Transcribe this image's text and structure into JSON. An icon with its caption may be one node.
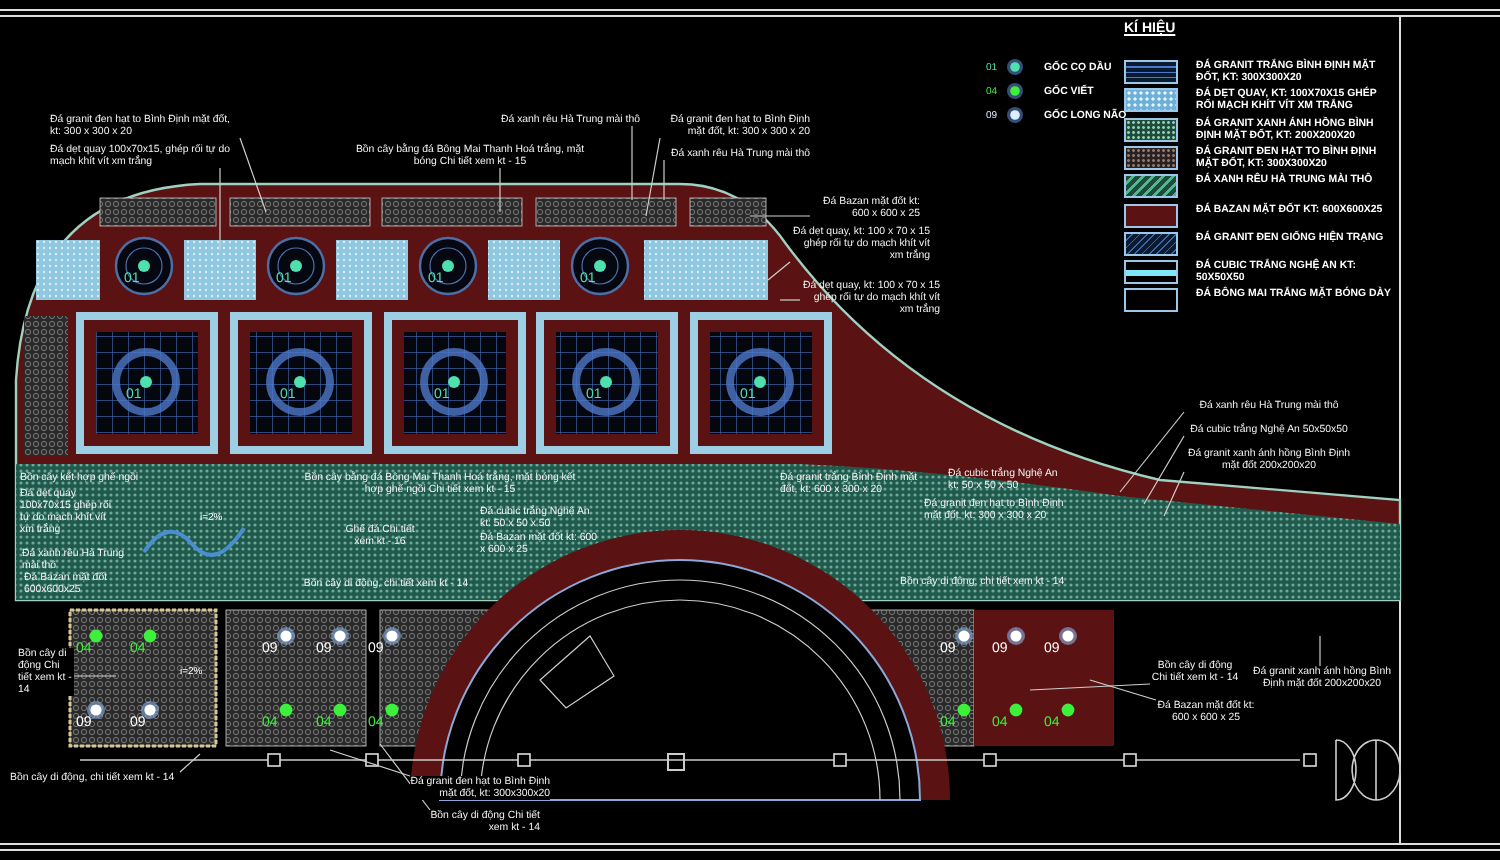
{
  "diagram": {
    "nodes": [
      {
        "text": [
          "Đá granit đen hạt to Bình Định mặt đốt, kt: 300 x 300 x 20"
        ]
      },
      {
        "text": [
          "Đá dẹt quay 100x70x15, ghép rối tự do mạch khít vít xm trắng"
        ]
      },
      {
        "text": [
          "Đá xanh rêu Hà Trung mài thô"
        ]
      },
      {
        "text": [
          "Bồn cây bằng đá Bông Mai Thanh Hoá trắng, mặt bóng Chi tiết xem kt - 15"
        ]
      },
      {
        "text": [
          "Đá granit đen hạt to Bình Định mặt đốt, kt: 300 x 300 x 20"
        ]
      },
      {
        "text": [
          "Đá xanh rêu Hà Trung mài thô"
        ]
      },
      {
        "text": [
          "Đá Bazan mặt đốt kt: 600 x 600 x 25"
        ]
      },
      {
        "text": [
          "Đá dẹt quay, kt: 100 x 70 x 15 ghép rối tự do mạch khít vít xm trắng"
        ]
      },
      {
        "text": [
          "Đá dẹt quay, kt: 100 x 70 x 15 ghép rối tự do mạch khít vít xm trắng"
        ]
      },
      {
        "text": [
          "Bồn cây kết hợp ghế ngồi"
        ]
      },
      {
        "text": [
          "Đá dẹt quay 100x70x15 ghép rối tự do mạch khít vít xm trắng"
        ]
      },
      {
        "text": [
          "Đá xanh rêu Hà Trung mài thô"
        ]
      },
      {
        "text": [
          "Đá Bazan mặt đốt 600x600x25"
        ]
      },
      {
        "text": [
          "Bồn cây bằng đá Bông Mai Thanh Hoá trắng, mặt bóng kết hợp ghế ngồi Chi tiết xem kt - 15"
        ]
      },
      {
        "text": [
          "Ghế đá Chi tiết xem kt - 16"
        ]
      },
      {
        "text": [
          "Bồn cây di động, chi tiết xem kt - 14"
        ]
      },
      {
        "text": [
          "Đá cubic trắng Nghệ An kt: 50 x 50 x 50"
        ]
      },
      {
        "text": [
          "Đá Bazan mặt đốt kt: 600 x 600 x 25"
        ]
      },
      {
        "text": [
          "Đá granit trắng Bình Định mặt đốt, kt: 600 x 300 x 20"
        ]
      },
      {
        "text": [
          "Đá cubic trắng Nghệ An kt: 50 x 50 x 50"
        ]
      },
      {
        "text": [
          "Đá granit đen hạt to Bình Định mặt đốt, kt: 300 x 300 x 20"
        ]
      },
      {
        "text": [
          "Bồn cây di động, chi tiết xem kt - 14"
        ]
      },
      {
        "text": [
          "Đá xanh rêu Hà Trung mài thô"
        ]
      },
      {
        "text": [
          "Đá cubic trắng Nghệ An 50x50x50"
        ]
      },
      {
        "text": [
          "Đá granit xanh ánh hồng Bình Định mặt đốt 200x200x20"
        ]
      },
      {
        "text": [
          "Bồn cây di động Chi tiết xem kt - 14"
        ]
      },
      {
        "text": [
          "Bồn cây di động, chi tiết xem kt - 14"
        ]
      },
      {
        "text": [
          "Đá granit đen hạt to Bình Định mặt đốt, kt: 300x300x20"
        ]
      },
      {
        "text": [
          "Bồn cây di động Chi tiết xem kt - 14"
        ]
      },
      {
        "text": [
          "Bồn cây di động Chi tiết xem kt - 14"
        ]
      },
      {
        "text": [
          "Đá Bazan mặt đốt kt: 600 x 600 x 25"
        ]
      },
      {
        "text": [
          "Đá granit xanh ánh hồng Bình Định mặt đốt 200x200x20"
        ]
      }
    ],
    "edges": [
      {
        "from": 0,
        "to": null,
        "arrow": "none"
      },
      {
        "from": 1,
        "to": null,
        "arrow": "none"
      },
      {
        "from": 2,
        "to": null,
        "arrow": "none"
      },
      {
        "from": 3,
        "to": null,
        "arrow": "none"
      },
      {
        "from": 4,
        "to": null,
        "arrow": "none"
      },
      {
        "from": 5,
        "to": null,
        "arrow": "none"
      },
      {
        "from": 6,
        "to": null,
        "arrow": "none"
      },
      {
        "from": 7,
        "to": null,
        "arrow": "none"
      },
      {
        "from": 8,
        "to": null,
        "arrow": "none"
      },
      {
        "from": 22,
        "to": null,
        "arrow": "none"
      },
      {
        "from": 23,
        "to": null,
        "arrow": "none"
      },
      {
        "from": 24,
        "to": null,
        "arrow": "none"
      },
      {
        "from": 25,
        "to": null,
        "arrow": "none"
      },
      {
        "from": 26,
        "to": null,
        "arrow": "none"
      },
      {
        "from": 27,
        "to": null,
        "arrow": "none"
      },
      {
        "from": 28,
        "to": null,
        "arrow": "none"
      },
      {
        "from": 29,
        "to": null,
        "arrow": "none"
      },
      {
        "from": 30,
        "to": null,
        "arrow": "none"
      },
      {
        "from": 31,
        "to": null,
        "arrow": "none"
      }
    ],
    "labels": [
      "KÍ HIỆU",
      "01",
      "04",
      "09",
      "01",
      "01",
      "01",
      "01",
      "01",
      "01",
      "01",
      "01",
      "01",
      "04",
      "04",
      "09",
      "09",
      "09",
      "09",
      "09",
      "04",
      "04",
      "04",
      "09",
      "09",
      "09",
      "04",
      "04",
      "04",
      "i=2%",
      "i=2%"
    ],
    "legend": [
      {
        "text": "GỐC CỌ DẦU"
      },
      {
        "text": "GỐC VIẾT"
      },
      {
        "text": "GỐC LONG NÃO"
      },
      {
        "text": "ĐÁ GRANIT TRẮNG BÌNH ĐỊNH MẶT ĐỐT, KT: 300X300X20"
      },
      {
        "text": "ĐÁ DẸT QUAY, KT: 100X70X15 GHÉP RỐI MẠCH KHÍT VÍT XM TRẮNG"
      },
      {
        "text": "ĐÁ GRANIT XANH ÁNH HỒNG BÌNH ĐỊNH MẶT ĐỐT, KT: 200X200X20"
      },
      {
        "text": "ĐÁ GRANIT ĐEN HẠT TO BÌNH ĐỊNH MẶT ĐỐT, KT: 300X300X20"
      },
      {
        "text": "ĐÁ XANH RÊU HÀ TRUNG MÀI THÔ"
      },
      {
        "text": "ĐÁ BAZAN MẶT ĐỐT KT: 600X600X25"
      },
      {
        "text": "ĐÁ GRANIT ĐEN GIỐNG HIỆN TRẠNG"
      },
      {
        "text": "ĐÁ CUBIC TRẮNG NGHỆ AN KT: 50X50X50"
      },
      {
        "text": "ĐÁ BÔNG MAI TRẮNG MẶT BÓNG DÀY"
      }
    ]
  }
}
